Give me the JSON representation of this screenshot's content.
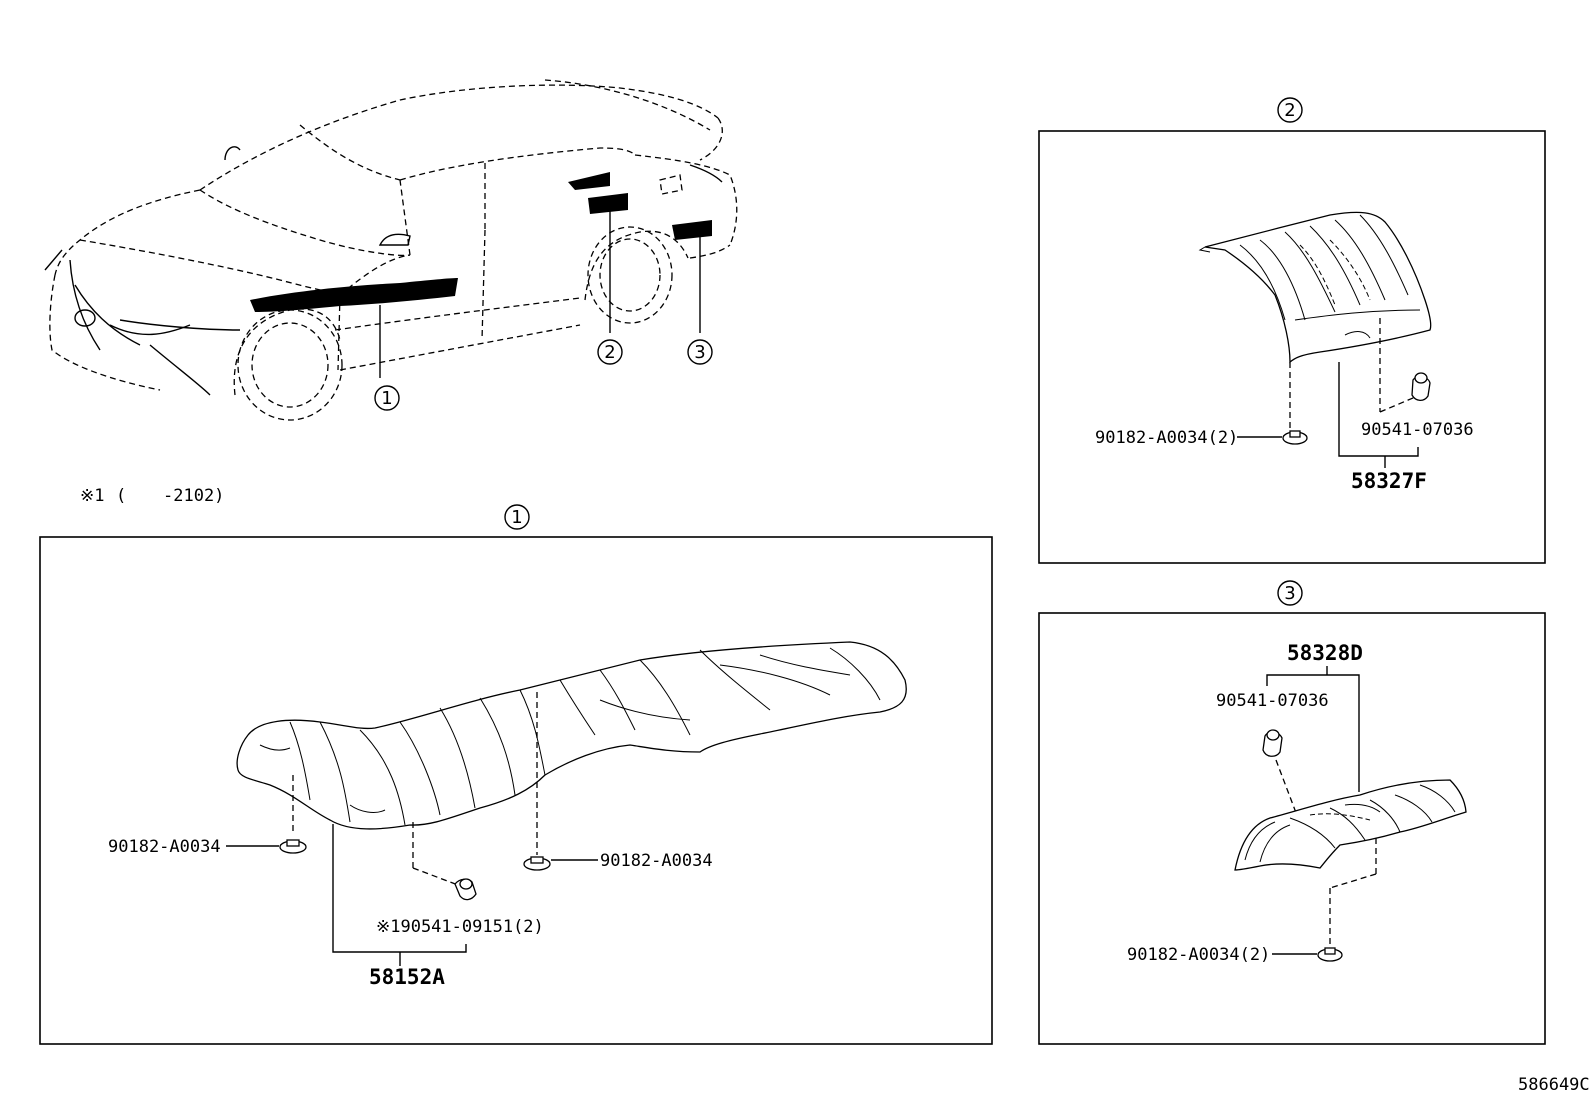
{
  "callouts": {
    "c1": "1",
    "c2": "2",
    "c3": "3"
  },
  "note": {
    "marker": "※1",
    "paren_open": "(",
    "range": "-2102)"
  },
  "panel1": {
    "clip_left": "90182-A0034",
    "clip_right": "90182-A0034",
    "nut": "※190541-09151(2)",
    "assembly": "58152A"
  },
  "panel2": {
    "clip": "90182-A0034(2)",
    "nut": "90541-07036",
    "assembly": "58327F"
  },
  "panel3": {
    "assembly": "58328D",
    "nut": "90541-07036",
    "clip": "90182-A0034(2)"
  },
  "diagram_id": "586649C"
}
